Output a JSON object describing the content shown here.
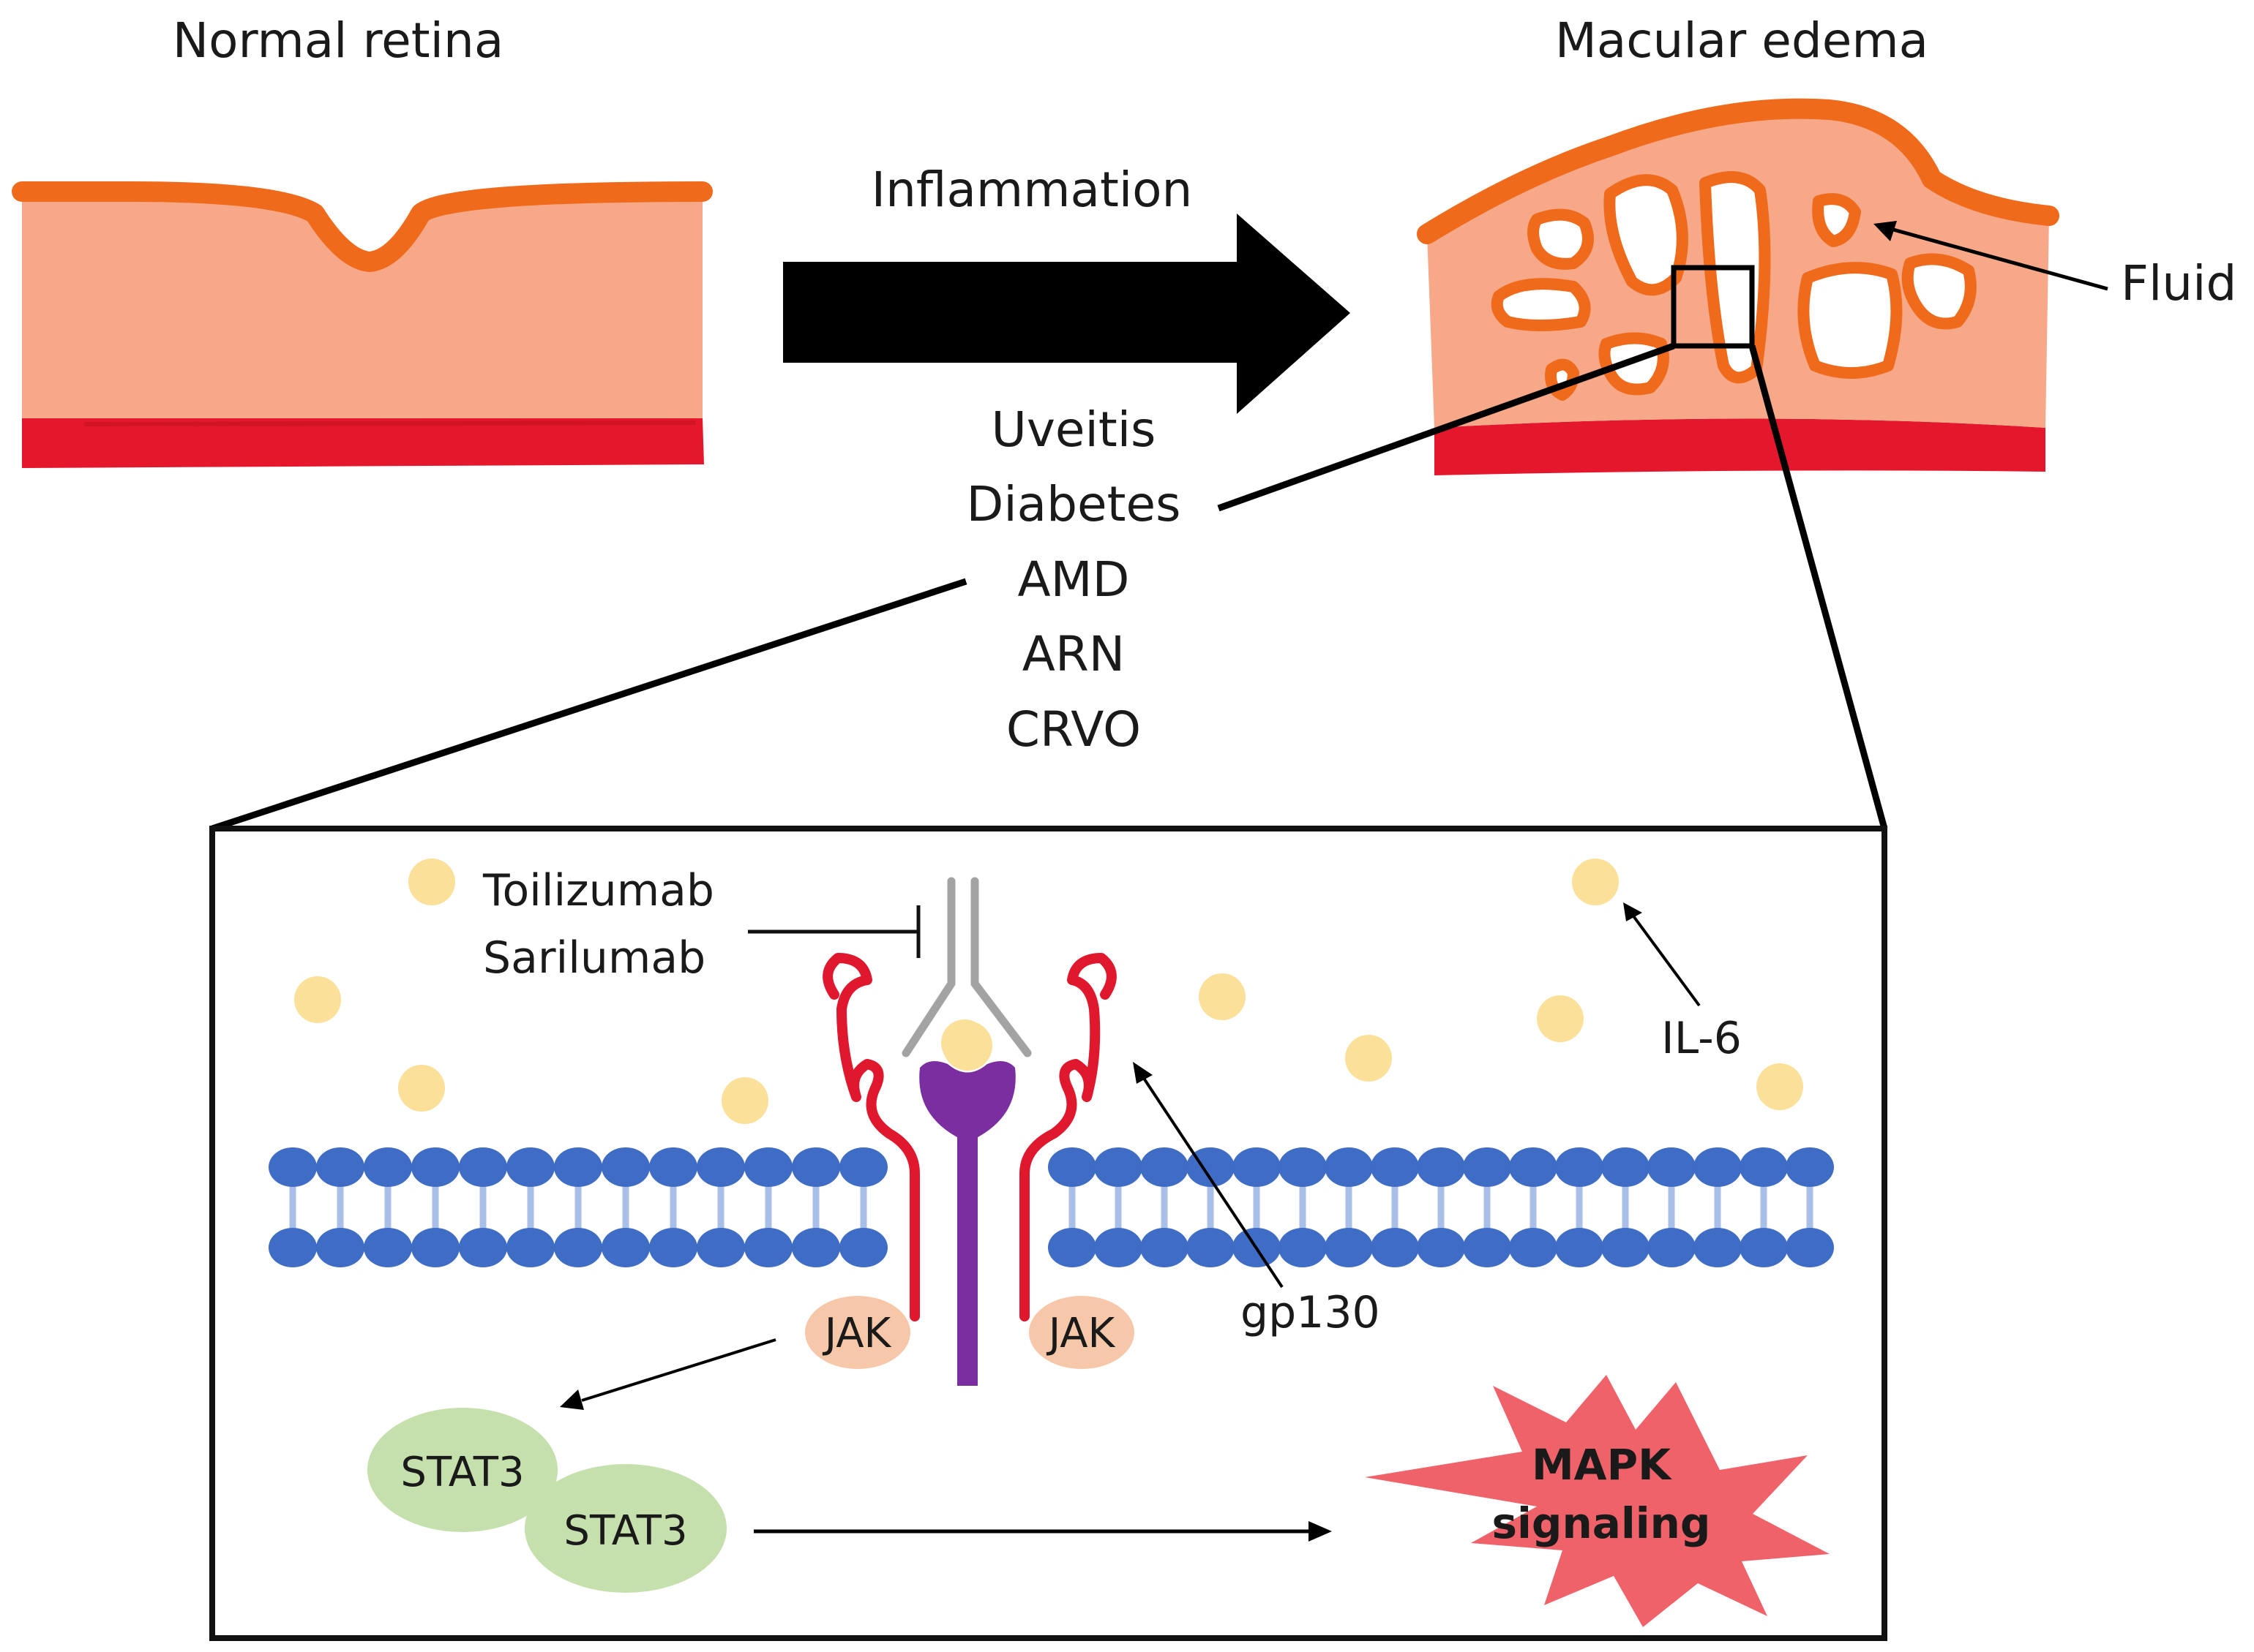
{
  "labels": {
    "normal_retina": "Normal retina",
    "macular_edema": "Macular edema",
    "inflammation": "Inflammation",
    "fluid": "Fluid",
    "causes": [
      "Uveitis",
      "Diabetes",
      "AMD",
      "ARN",
      "CRVO"
    ],
    "drug_1": "Toilizumab",
    "drug_2": "Sarilumab",
    "il6": "IL-6",
    "gp130": "gp130",
    "jak_left": "JAK",
    "jak_right": "JAK",
    "stat3_a": "STAT3",
    "stat3_b": "STAT3",
    "mapk_line1": "MAPK",
    "mapk_line2": "signaling"
  },
  "colors": {
    "retina_fill": "#f7a888",
    "retina_border": "#f06a1c",
    "retina_base": "#e5172d",
    "arrow": "#000000",
    "il6_ball": "#fbe09a",
    "membrane_head": "#3f6cc4",
    "membrane_tail": "#a9bfe8",
    "gp130": "#e0182d",
    "receptor": "#7a2ea0",
    "antibody": "#a3a3a3",
    "jak": "#f6c7a8",
    "stat3": "#c6e0ad",
    "mapk": "#f0626a"
  }
}
